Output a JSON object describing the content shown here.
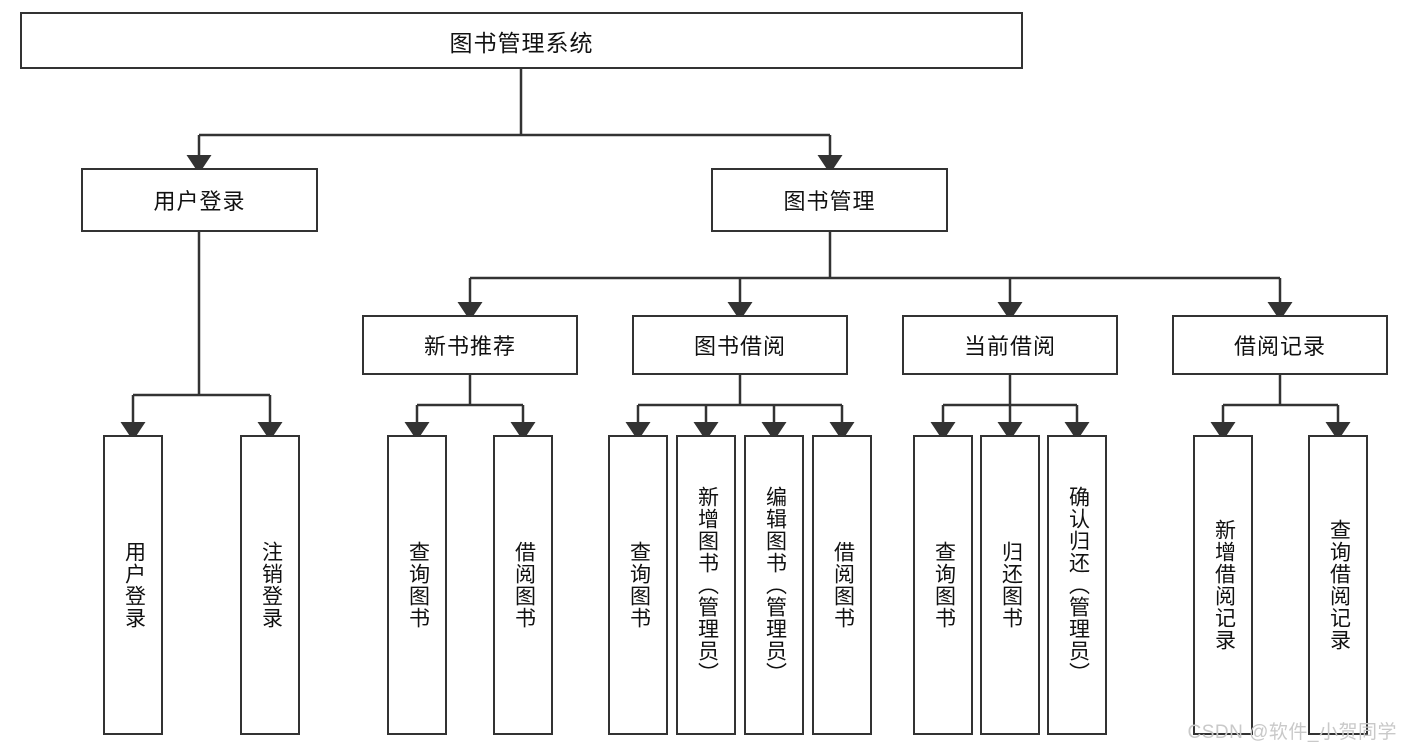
{
  "diagram": {
    "title": "图书管理系统",
    "type": "tree-hierarchy-diagram",
    "root": {
      "label": "图书管理系统"
    },
    "level2": [
      {
        "label": "用户登录"
      },
      {
        "label": "图书管理"
      }
    ],
    "level3": [
      {
        "label": "新书推荐"
      },
      {
        "label": "图书借阅"
      },
      {
        "label": "当前借阅"
      },
      {
        "label": "借阅记录"
      }
    ],
    "leaves": {
      "user_login": [
        {
          "label": "用户登录"
        },
        {
          "label": "注销登录"
        }
      ],
      "new_book_recommend": [
        {
          "label": "查询图书"
        },
        {
          "label": "借阅图书"
        }
      ],
      "book_borrow": [
        {
          "label": "查询图书"
        },
        {
          "label": "新增图书（管理员）"
        },
        {
          "label": "编辑图书（管理员）"
        },
        {
          "label": "借阅图书"
        }
      ],
      "current_borrow": [
        {
          "label": "查询图书"
        },
        {
          "label": "归还图书"
        },
        {
          "label": "确认归还（管理员）"
        }
      ],
      "borrow_record": [
        {
          "label": "新增借阅记录"
        },
        {
          "label": "查询借阅记录"
        }
      ]
    }
  },
  "watermark": {
    "text": "CSDN @软件_小贺同学"
  },
  "colors": {
    "box_border": "#333333",
    "box_fill": "#ffffff",
    "connector": "#333333",
    "text": "#111111",
    "watermark": "#c9c9c9"
  }
}
